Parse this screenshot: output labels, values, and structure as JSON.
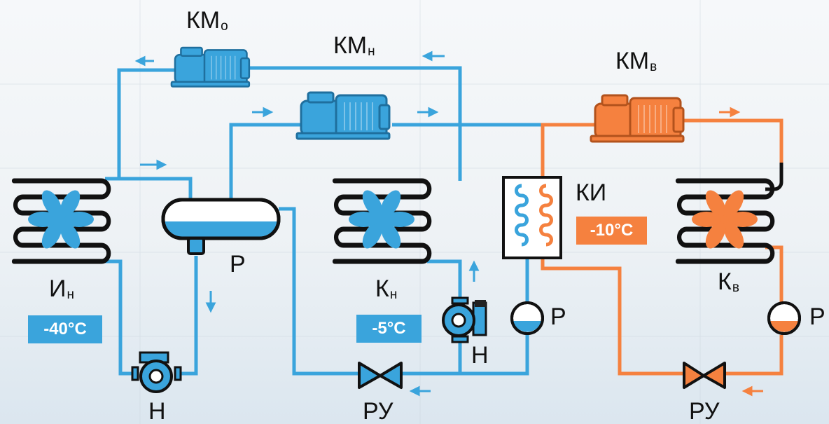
{
  "colors": {
    "low_circuit": "#3aa4dc",
    "high_circuit": "#f5813f",
    "equipment_dark": "#1f6f9e",
    "label_text": "#111111"
  },
  "labels": {
    "compressor_low_main": "КМ",
    "compressor_low_main_sub": "о",
    "compressor_mid": "КМ",
    "compressor_mid_sub": "н",
    "compressor_high": "КМ",
    "compressor_high_sub": "в",
    "evaporator_low": "И",
    "evaporator_low_sub": "н",
    "condenser_mid": "К",
    "condenser_mid_sub": "н",
    "condenser_high": "К",
    "condenser_high_sub": "в",
    "cascade_exchanger": "КИ",
    "receiver_main": "Р",
    "receiver_mid": "Р",
    "receiver_high": "Р",
    "pump_low": "Н",
    "pump_mid": "Н",
    "valve_mid": "РУ",
    "valve_high": "РУ"
  },
  "temperatures": {
    "low": "-40°C",
    "mid": "-5°C",
    "high": "-10°C"
  }
}
